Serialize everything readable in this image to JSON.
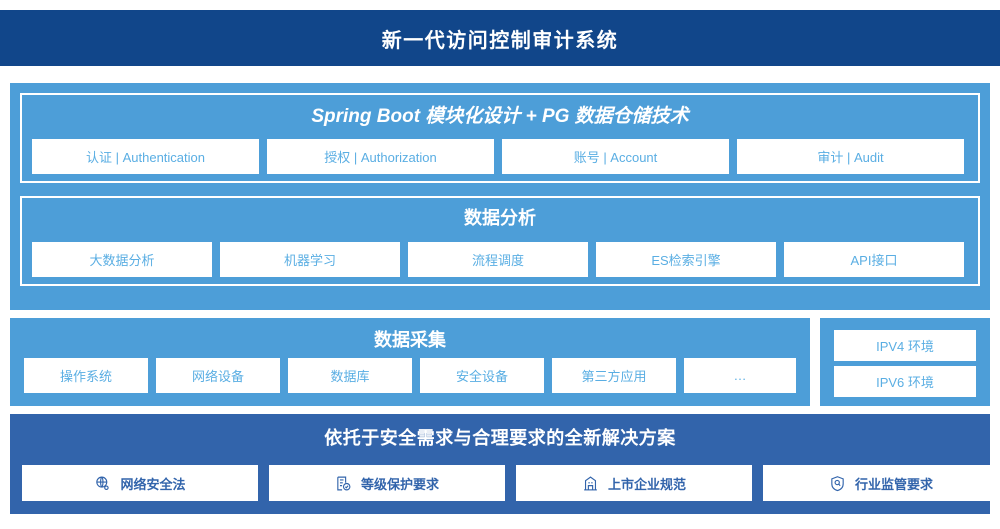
{
  "header": {
    "title": "新一代访问控制审计系统"
  },
  "colors": {
    "header_bg": "#11468a",
    "panel_light": "#4d9ed8",
    "panel_dark": "#3264ab",
    "chip_bg": "#ffffff",
    "chip_text_light": "#5aaee3",
    "chip_text_dark": "#3264ab"
  },
  "section_platform": {
    "title": "Spring Boot 模块化设计 + PG 数据仓储技术",
    "chips": [
      {
        "label": "认证 | Authentication"
      },
      {
        "label": "授权 | Authorization"
      },
      {
        "label": "账号 | Account"
      },
      {
        "label": "审计 | Audit"
      }
    ]
  },
  "section_analysis": {
    "title": "数据分析",
    "chips": [
      {
        "label": "大数据分析"
      },
      {
        "label": "机器学习"
      },
      {
        "label": "流程调度"
      },
      {
        "label": "ES检索引擎"
      },
      {
        "label": "API接口"
      }
    ]
  },
  "section_collection": {
    "title": "数据采集",
    "chips": [
      {
        "label": "操作系统"
      },
      {
        "label": "网络设备"
      },
      {
        "label": "数据库"
      },
      {
        "label": "安全设备"
      },
      {
        "label": "第三方应用"
      },
      {
        "label": "…"
      }
    ]
  },
  "section_environment": {
    "chips": [
      {
        "label": "IPV4 环境"
      },
      {
        "label": "IPV6 环境"
      }
    ]
  },
  "section_solution": {
    "title": "依托于安全需求与合理要求的全新解决方案",
    "chips": [
      {
        "label": "网络安全法",
        "icon": "globe-network-icon"
      },
      {
        "label": "等级保护要求",
        "icon": "document-check-icon"
      },
      {
        "label": "上市企业规范",
        "icon": "bank-building-icon"
      },
      {
        "label": "行业监管要求",
        "icon": "shield-search-icon"
      }
    ]
  }
}
